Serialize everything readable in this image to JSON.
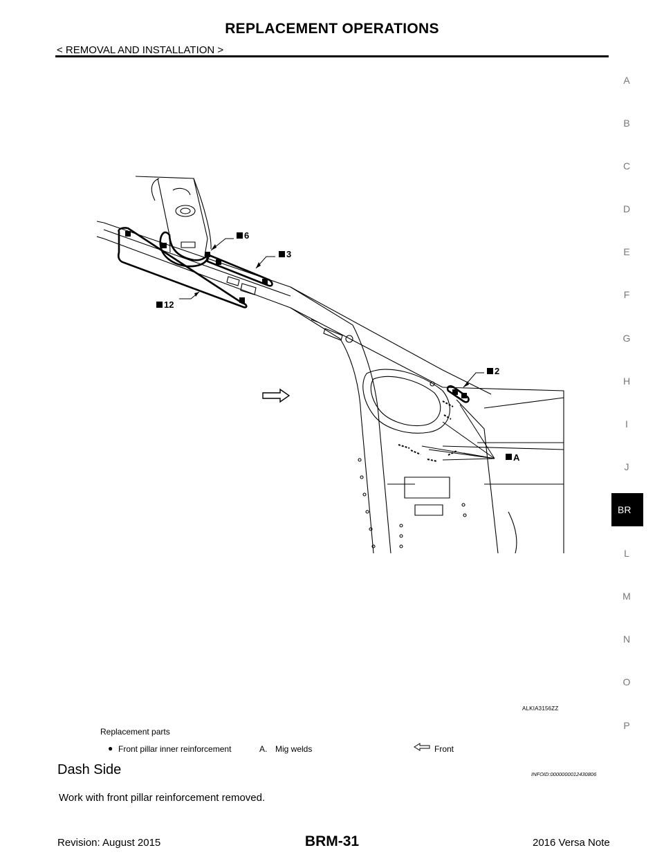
{
  "header": {
    "title": "REPLACEMENT OPERATIONS",
    "breadcrumb": "< REMOVAL AND INSTALLATION >"
  },
  "side_index": {
    "letters": [
      "A",
      "B",
      "C",
      "D",
      "E",
      "F",
      "G",
      "H",
      "I",
      "J"
    ],
    "active": "BR",
    "letters_after": [
      "L",
      "M",
      "N",
      "O",
      "P"
    ]
  },
  "figure": {
    "code": "ALKIA3156ZZ",
    "callouts": {
      "c6": "6",
      "c3": "3",
      "c12": "12",
      "c2": "2",
      "cA": "A"
    }
  },
  "legend": {
    "title": "Replacement parts",
    "part": "Front pillar inner reinforcement",
    "weld_letter": "A.",
    "weld_label": "Mig welds",
    "arrow_label": "Front"
  },
  "section": {
    "title": "Dash Side",
    "info_id": "INFOID:0000000012430806",
    "body": "Work with front pillar reinforcement removed."
  },
  "footer": {
    "revision": "Revision: August 2015",
    "page": "BRM-31",
    "model": "2016 Versa Note"
  }
}
